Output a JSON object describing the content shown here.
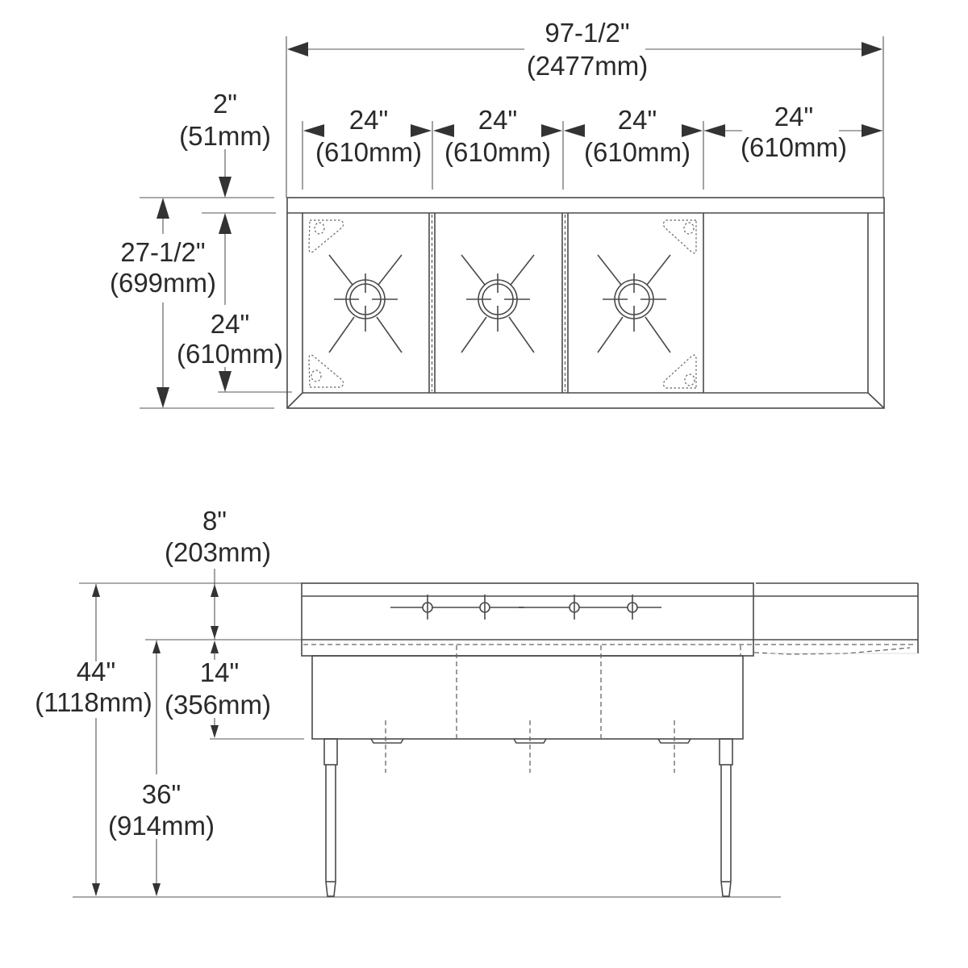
{
  "diagram": {
    "type": "technical-drawing",
    "subject": "three-compartment sink with right drainboard",
    "colors": {
      "line": "#4a4a4a",
      "text": "#2a2a2a",
      "background": "#ffffff"
    }
  },
  "top_view": {
    "overall_width": {
      "imperial": "97-1/2\"",
      "metric": "(2477mm)"
    },
    "compartments": [
      {
        "imperial": "24\"",
        "metric": "(610mm)"
      },
      {
        "imperial": "24\"",
        "metric": "(610mm)"
      },
      {
        "imperial": "24\"",
        "metric": "(610mm)"
      }
    ],
    "drainboard": {
      "imperial": "24\"",
      "metric": "(610mm)"
    },
    "backsplash_depth": {
      "imperial": "2\"",
      "metric": "(51mm)"
    },
    "overall_depth": {
      "imperial": "27-1/2\"",
      "metric": "(699mm)"
    },
    "bowl_depth": {
      "imperial": "24\"",
      "metric": "(610mm)"
    }
  },
  "front_view": {
    "backsplash_height": {
      "imperial": "8\"",
      "metric": "(203mm)"
    },
    "bowl_depth": {
      "imperial": "14\"",
      "metric": "(356mm)"
    },
    "overall_height": {
      "imperial": "44\"",
      "metric": "(1118mm)"
    },
    "work_height": {
      "imperial": "36\"",
      "metric": "(914mm)"
    }
  }
}
